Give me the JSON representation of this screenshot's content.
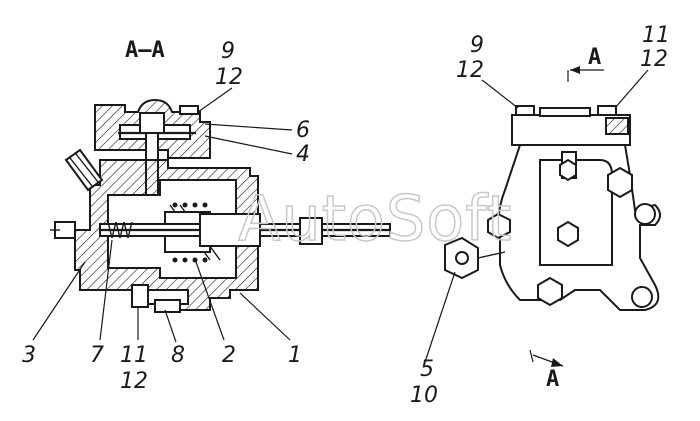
{
  "section_label": "А–А",
  "watermark": "AutoSoft",
  "view_arrow_top": "А",
  "view_arrow_bottom": "А",
  "left_callouts": {
    "c9": "9",
    "c12_top": "12",
    "c6": "6",
    "c4": "4",
    "c3": "3",
    "c7": "7",
    "c11": "11",
    "c12_bottom": "12",
    "c8": "8",
    "c2": "2",
    "c1": "1"
  },
  "right_callouts": {
    "c9": "9",
    "c12_left": "12",
    "c11": "11",
    "c12_right": "12",
    "c5": "5",
    "c10": "10"
  }
}
